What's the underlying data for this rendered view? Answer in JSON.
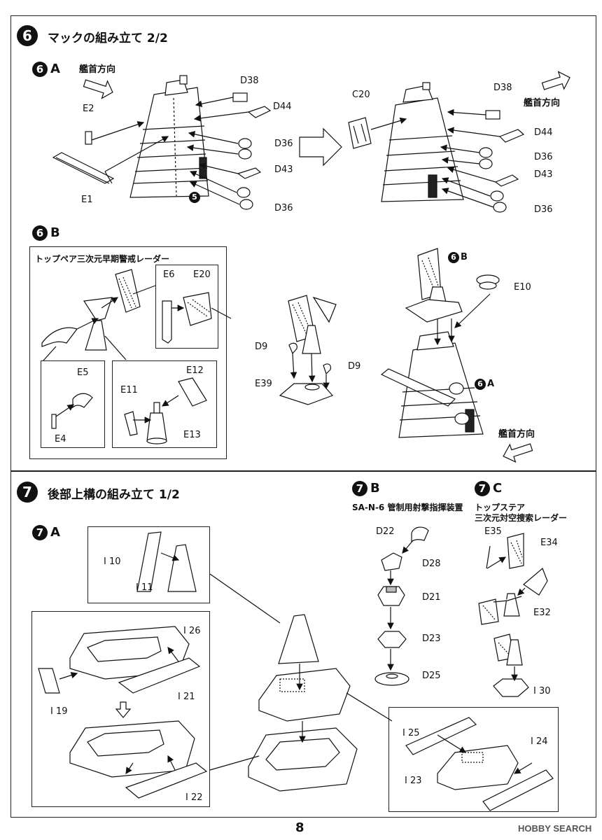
{
  "step6": {
    "number": "6",
    "title": "マックの組み立て 2/2",
    "sub_a": {
      "letter": "A",
      "direction": "艦首方向",
      "parts_left": [
        "D38",
        "D44",
        "D36",
        "D43",
        "D36",
        "E2",
        "E1"
      ],
      "part_c20": "C20",
      "parts_right": [
        "D38",
        "D44",
        "D36",
        "D43",
        "D36"
      ],
      "ref5": "5"
    },
    "sub_b": {
      "letter": "B",
      "box_title": "トップペア三次元早期警戒レーダー",
      "e6": "E6",
      "e20": "E20",
      "e5": "E5",
      "e4": "E4",
      "e11": "E11",
      "e12": "E12",
      "e13": "E13",
      "d9a": "D9",
      "d9b": "D9",
      "e39": "E39",
      "e10": "E10",
      "ref_b": "B",
      "ref_a": "A",
      "direction": "艦首方向"
    }
  },
  "step7": {
    "number": "7",
    "title": "後部上構の組み立て 1/2",
    "sub_a": {
      "letter": "A",
      "i10": "I 10",
      "i11": "I 11",
      "i26": "I 26",
      "i21": "I 21",
      "i19": "I 19",
      "i22": "I 22",
      "i25": "I 25",
      "i24": "I 24",
      "i23": "I 23"
    },
    "sub_b": {
      "letter": "B",
      "caption": "SA-N-6 管制用射撃指揮装置",
      "parts": [
        "D22",
        "D28",
        "D21",
        "D23",
        "D25"
      ]
    },
    "sub_c": {
      "letter": "C",
      "caption1": "トップステア",
      "caption2": "三次元対空捜索レーダー",
      "e35": "E35",
      "e34": "E34",
      "e32": "E32",
      "i30": "I 30"
    }
  },
  "page_number": "8",
  "watermark": "HOBBY SEARCH"
}
